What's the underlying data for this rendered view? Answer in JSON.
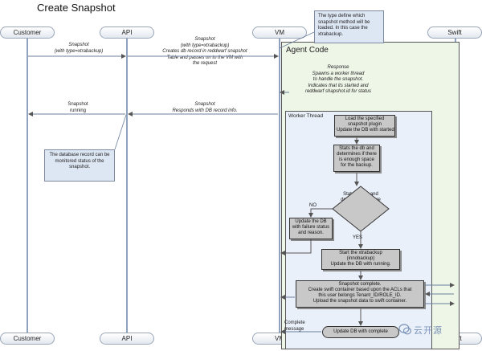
{
  "title": "Create Snapshot",
  "actors": {
    "customer": "Customer",
    "api": "API",
    "vm": "VM",
    "swift": "Swift"
  },
  "messages": {
    "snapshot_request": "Snapshot\n(with type=xtrabackup)",
    "api_to_vm": "Snapshot\n(with type=xtrabackup)\nCreates db record in reddwarf snapshot\nTable and passes on to the VM with\nthe request",
    "vm_response": "Response\nSpawns a worker thread\nto handle the snapshot.\nIndicates that its started and\nreddwarf shapshot.id for status",
    "vm_to_api": "Snapshot\nResponds with DB record info.",
    "api_to_customer": "Snapshot\nrunning",
    "complete": "Complete\nmessage"
  },
  "notes": {
    "db_monitor": "The database record can be monitored status of the snapshot.",
    "type_define": "The type define which snapshot method will be loaded. In this case the xtrabackup."
  },
  "agent": {
    "title": "Agent Code"
  },
  "worker": {
    "title": "Worker Thread"
  },
  "flow": {
    "load_plugin": "Load the specified\nsnapshot plugin\nUpdate the DB with started",
    "stats_db": "Stats the db and\ndetermines if there\nis enough space\nfor the backup.",
    "decision": "Stats the db and\ndetermines if there\nis enough space\nfor the backup.",
    "no_label": "NO",
    "yes_label": "YES",
    "update_failure": "Update the DB\nwith failure status\nand reason.",
    "start_xtrabackup": "Start the xtrabackup\n(innobackup)\nUpdate the DB with running.",
    "snapshot_complete": "Snapshot complete.\nCreate swift container based upon the ACLs that\nthis user belongs Tenant_ID/ROLE_ID.\nUpload the snapshot data to swift container.",
    "update_complete": "Update DB with complete"
  },
  "watermark": "云开源"
}
